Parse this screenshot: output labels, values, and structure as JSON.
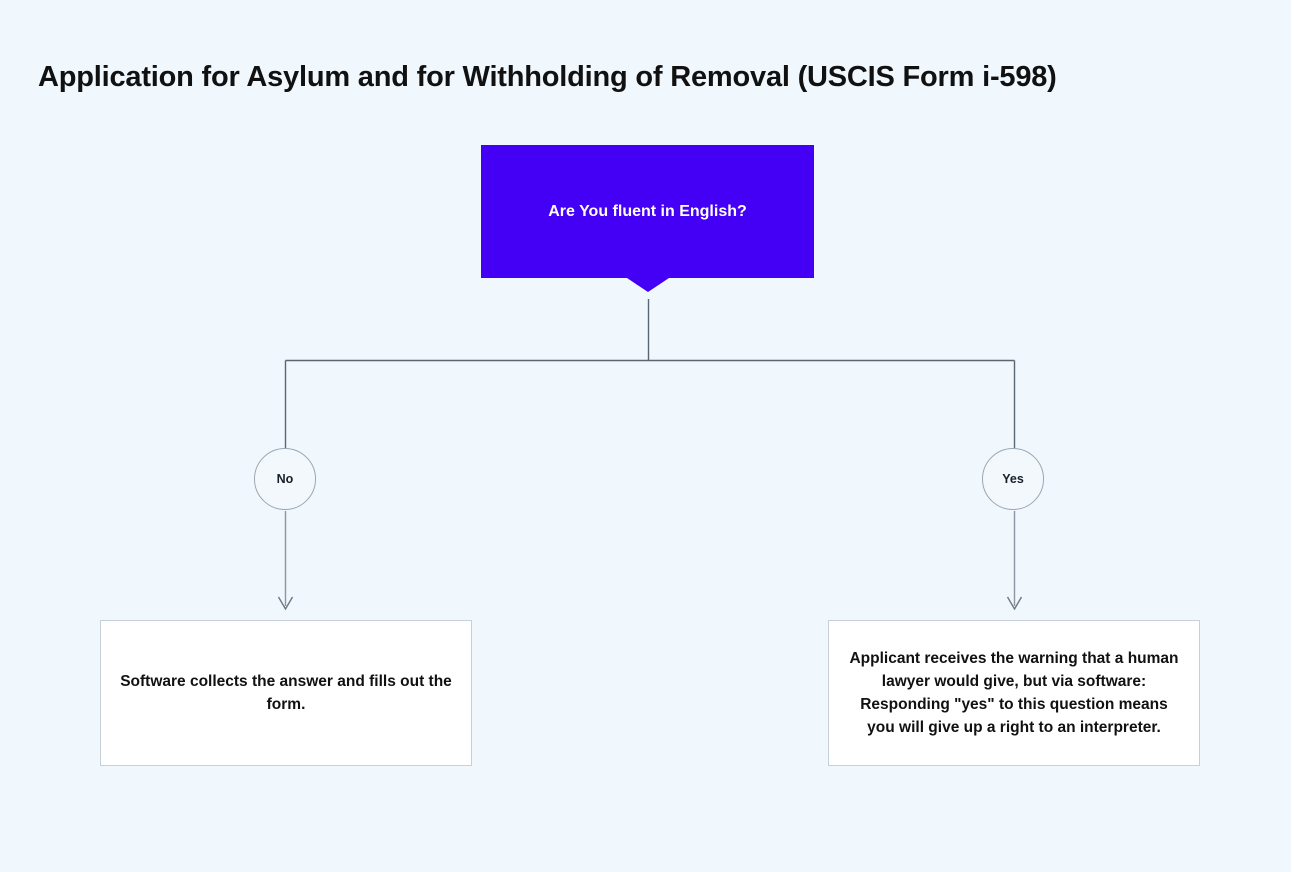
{
  "page": {
    "background_color": "#f0f7fd",
    "title": "Application for Asylum and for Withholding of Removal (USCIS Form i-598)"
  },
  "chart_data": {
    "type": "flowchart",
    "title": "Application for Asylum and for Withholding of Removal (USCIS Form i-598)",
    "orientation": "top-down",
    "nodes": [
      {
        "id": "decision",
        "shape": "rectangle-with-tail",
        "label": "Are You fluent in English?",
        "fill": "#4400f5",
        "text_color": "#ffffff"
      },
      {
        "id": "branch-no",
        "shape": "circle",
        "label": "No",
        "fill": "#f3f8fd",
        "border_color": "#9aa6b2",
        "text_color": "#16202c"
      },
      {
        "id": "branch-yes",
        "shape": "circle",
        "label": "Yes",
        "fill": "#f3f8fd",
        "border_color": "#9aa6b2",
        "text_color": "#16202c"
      },
      {
        "id": "outcome-no",
        "shape": "rectangle",
        "label": "Software collects the answer and fills out the form.",
        "fill": "#ffffff",
        "border_color": "#c5d0da",
        "text_color": "#111111"
      },
      {
        "id": "outcome-yes",
        "shape": "rectangle",
        "label": "Applicant receives the warning that a human lawyer would give, but via software: Responding \"yes\" to this question means you will give up a right to an interpreter.",
        "fill": "#ffffff",
        "border_color": "#c5d0da",
        "text_color": "#111111"
      }
    ],
    "edges": [
      {
        "from": "decision",
        "to": "branch-no",
        "style": "elbow",
        "arrow": false,
        "color": "#5b6770"
      },
      {
        "from": "decision",
        "to": "branch-yes",
        "style": "elbow",
        "arrow": false,
        "color": "#5b6770"
      },
      {
        "from": "branch-no",
        "to": "outcome-no",
        "style": "straight",
        "arrow": true,
        "color": "#5b6770"
      },
      {
        "from": "branch-yes",
        "to": "outcome-yes",
        "style": "straight",
        "arrow": true,
        "color": "#5b6770"
      }
    ]
  },
  "diagram": {
    "title": "Application for Asylum and for Withholding of Removal (USCIS Form i-598)",
    "decision": {
      "label": "Are You fluent in English?"
    },
    "branches": {
      "no": {
        "label": "No",
        "outcome": "Software collects the answer and fills out the form."
      },
      "yes": {
        "label": "Yes",
        "outcome": "Applicant receives the warning that a human lawyer would give, but via software: Responding \"yes\" to this question means you will give up a right to an interpreter."
      }
    }
  }
}
